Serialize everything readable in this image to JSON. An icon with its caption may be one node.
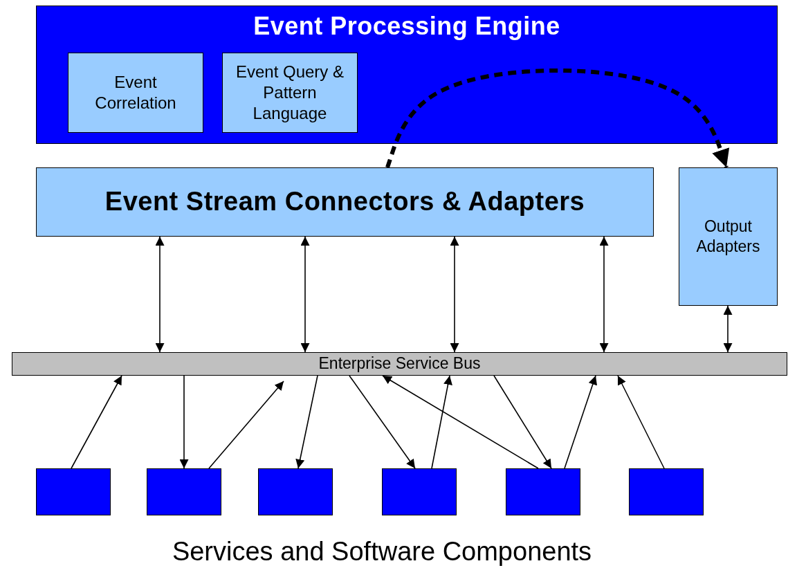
{
  "diagram": {
    "caption": "Services and Software Components",
    "nodes": [
      {
        "text": [
          "Event Processing Engine"
        ]
      },
      {
        "text": [
          "Event Correlation"
        ],
        "in": 0
      },
      {
        "text": [
          "Event Query & Pattern Language"
        ],
        "in": 0
      },
      {
        "text": [
          "Event Stream Connectors & Adapters"
        ]
      },
      {
        "text": [
          "Output Adapters"
        ]
      },
      {
        "text": [
          "Enterprise Service Bus"
        ]
      },
      {
        "text": [],
        "shape": "box"
      },
      {
        "text": [],
        "shape": "box"
      },
      {
        "text": [],
        "shape": "box"
      },
      {
        "text": [],
        "shape": "box"
      },
      {
        "text": [],
        "shape": "box"
      },
      {
        "text": [],
        "shape": "box"
      }
    ],
    "edges": [
      {
        "from": 3,
        "to": 4,
        "arrow": "to",
        "style": "dashed"
      },
      {
        "from": 3,
        "to": 5,
        "arrow": "both"
      },
      {
        "from": 3,
        "to": 5,
        "arrow": "both"
      },
      {
        "from": 3,
        "to": 5,
        "arrow": "both"
      },
      {
        "from": 3,
        "to": 5,
        "arrow": "both"
      },
      {
        "from": 4,
        "to": 5,
        "arrow": "both"
      },
      {
        "from": 6,
        "to": 5,
        "arrow": "to"
      },
      {
        "from": 5,
        "to": 7,
        "arrow": "to"
      },
      {
        "from": 7,
        "to": 5,
        "arrow": "to"
      },
      {
        "from": 5,
        "to": 8,
        "arrow": "to"
      },
      {
        "from": 5,
        "to": 9,
        "arrow": "to"
      },
      {
        "from": 9,
        "to": 5,
        "arrow": "to"
      },
      {
        "from": 10,
        "to": 5,
        "arrow": "to"
      },
      {
        "from": 5,
        "to": 10,
        "arrow": "to"
      },
      {
        "from": 10,
        "to": 5,
        "arrow": "to"
      },
      {
        "from": 11,
        "to": 5,
        "arrow": "to"
      }
    ]
  }
}
